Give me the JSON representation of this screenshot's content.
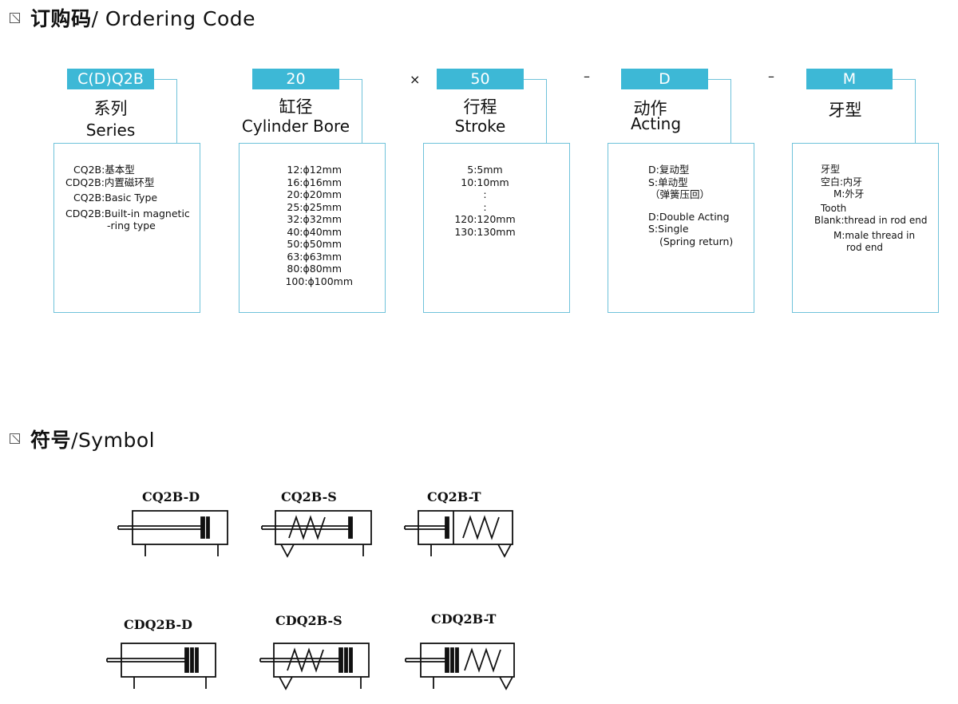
{
  "ordering": {
    "title_cn": "订购码",
    "title_en": "/ Ordering Code",
    "separators": [
      "×",
      "–",
      "–"
    ],
    "fields": [
      {
        "code": "C(D)Q2B",
        "label_cn": "系列",
        "label_en": "Series",
        "lines": [
          "CQ2B:基本型",
          "CDQ2B:内置磁环型",
          "CQ2B:Basic Type",
          "CDQ2B:Built-in magnetic",
          "-ring type"
        ]
      },
      {
        "code": "20",
        "label_cn": "缸径",
        "label_en": "Cylinder Bore",
        "lines": [
          "12:ϕ12mm",
          "16:ϕ16mm",
          "20:ϕ20mm",
          "25:ϕ25mm",
          "32:ϕ32mm",
          "40:ϕ40mm",
          "50:ϕ50mm",
          "63:ϕ63mm",
          "80:ϕ80mm",
          "100:ϕ100mm"
        ]
      },
      {
        "code": "50",
        "label_cn": "行程",
        "label_en": "Stroke",
        "lines": [
          "5:5mm",
          "10:10mm",
          ":",
          ":",
          "120:120mm",
          "130:130mm"
        ]
      },
      {
        "code": "D",
        "label_cn": "动作",
        "label_en": "Acting",
        "lines": [
          "D:复动型",
          "S:单动型",
          "（弹簧压回）",
          "",
          "D:Double Acting",
          "S:Single",
          "(Spring return)"
        ]
      },
      {
        "code": "M",
        "label_cn": "牙型",
        "label_en": "",
        "lines": [
          "牙型",
          "空白:内牙",
          "M:外牙",
          "Tooth",
          "Blank:thread in rod end",
          "M:male thread in",
          "rod end"
        ]
      }
    ]
  },
  "symbol": {
    "title_cn": "符号",
    "title_en": "/Symbol",
    "items": [
      {
        "label": "CQ2B-D"
      },
      {
        "label": "CQ2B-S"
      },
      {
        "label": "CQ2B-T"
      },
      {
        "label": "CDQ2B-D"
      },
      {
        "label": "CDQ2B-S"
      },
      {
        "label": "CDQ2B-T"
      }
    ]
  }
}
